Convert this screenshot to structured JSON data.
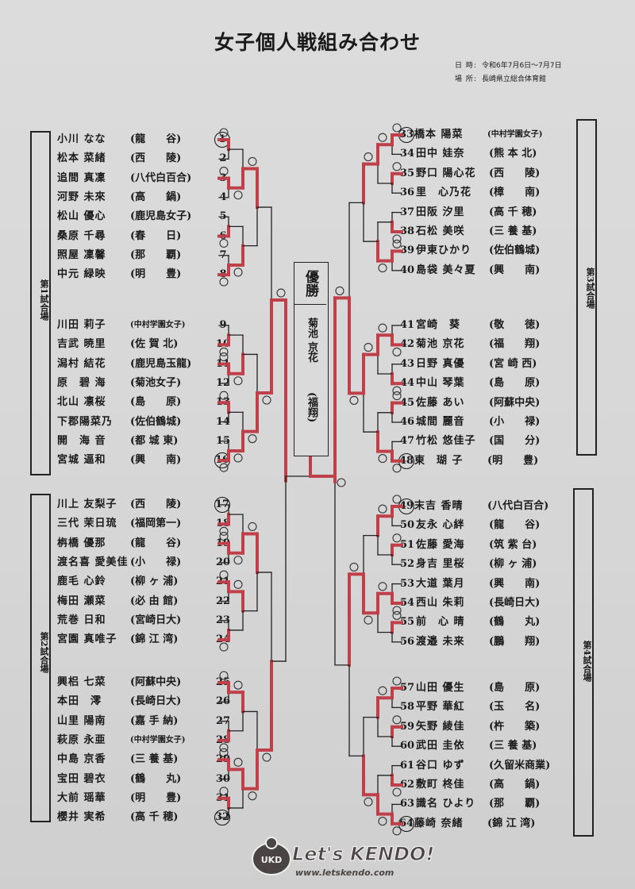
{
  "title": "女子個人戦組み合わせ",
  "meta": {
    "date_label": "日 時:",
    "date": "令和6年7月6日〜7月7日",
    "place_label": "場 所:",
    "place": "長崎県立総合体育館"
  },
  "venues": [
    "第1試合場",
    "第2試合場",
    "第3試合場",
    "第4試合場"
  ],
  "champion": {
    "heading": "優勝",
    "name": "菊池 京花",
    "school": "(福翔)"
  },
  "colors": {
    "winner_line": "#c0404a",
    "line": "#222222",
    "paper": "#d9d9d9"
  },
  "entries": [
    {
      "no": "1",
      "name": "小川 なな",
      "school": "龍　　谷",
      "circled": true
    },
    {
      "no": "2",
      "name": "松本 菜緒",
      "school": "西　　陵"
    },
    {
      "no": "3",
      "name": "追間 真凜",
      "school": "八代白百合"
    },
    {
      "no": "4",
      "name": "河野 未來",
      "school": "高　　鍋"
    },
    {
      "no": "5",
      "name": "松山 優心",
      "school": "鹿児島女子"
    },
    {
      "no": "6",
      "name": "桑原 千尋",
      "school": "春　　日"
    },
    {
      "no": "7",
      "name": "照屋 凜馨",
      "school": "那　　覇"
    },
    {
      "no": "8",
      "name": "中元 緑映",
      "school": "明　　豊"
    },
    {
      "no": "9",
      "name": "川田 莉子",
      "school": "中村学園女子",
      "small": true
    },
    {
      "no": "10",
      "name": "吉武 暁里",
      "school": "佐 賀 北"
    },
    {
      "no": "11",
      "name": "潟村 結花",
      "school": "鹿児島玉龍"
    },
    {
      "no": "12",
      "name": "原　碧 海",
      "school": "菊池女子"
    },
    {
      "no": "13",
      "name": "北山 凛桜",
      "school": "島　　原"
    },
    {
      "no": "14",
      "name": "下郡陽菜乃",
      "school": "佐伯鶴城"
    },
    {
      "no": "15",
      "name": "開　海 音",
      "school": "都 城 東"
    },
    {
      "no": "16",
      "name": "宮城 逼和",
      "school": "興　　南",
      "circled": true
    },
    {
      "no": "17",
      "name": "川上 友梨子",
      "school": "西　　陵",
      "circled": true
    },
    {
      "no": "18",
      "name": "三代 茉日琉",
      "school": "福岡第一"
    },
    {
      "no": "19",
      "name": "栴橋 優那",
      "school": "龍　　谷"
    },
    {
      "no": "20",
      "name": "渡名喜 愛美佳",
      "school": "小　　禄"
    },
    {
      "no": "21",
      "name": "鹿毛 心鈴",
      "school": "柳 ヶ 浦"
    },
    {
      "no": "22",
      "name": "梅田 瀬菜",
      "school": "必 由 館"
    },
    {
      "no": "23",
      "name": "荒巻 日和",
      "school": "宮崎日大"
    },
    {
      "no": "24",
      "name": "宮園 真唯子",
      "school": "錦 江 湾"
    },
    {
      "no": "25",
      "name": "興梠 七菜",
      "school": "阿蘇中央"
    },
    {
      "no": "26",
      "name": "本田　澪",
      "school": "長崎日大"
    },
    {
      "no": "27",
      "name": "山里 陽南",
      "school": "嘉 手 納"
    },
    {
      "no": "28",
      "name": "萩原 永亜",
      "school": "中村学園女子",
      "small": true
    },
    {
      "no": "29",
      "name": "中島 京香",
      "school": "三 養 基"
    },
    {
      "no": "30",
      "name": "宝田 碧衣",
      "school": "鶴　　丸"
    },
    {
      "no": "31",
      "name": "大前 瑶華",
      "school": "明　　豊"
    },
    {
      "no": "32",
      "name": "櫻井 実希",
      "school": "高 千 穂",
      "circled": true
    },
    {
      "no": "33",
      "name": "橋本 陽菜",
      "school": "中村学園女子",
      "small": true,
      "circled": true
    },
    {
      "no": "34",
      "name": "田中 娃奈",
      "school": "熊 本 北"
    },
    {
      "no": "35",
      "name": "野口 陽心花",
      "school": "西　　陵"
    },
    {
      "no": "36",
      "name": "里　心乃花",
      "school": "樟　　南"
    },
    {
      "no": "37",
      "name": "田阪 汐里",
      "school": "高 千 穂"
    },
    {
      "no": "38",
      "name": "石松 美咲",
      "school": "三 養 基"
    },
    {
      "no": "39",
      "name": "伊東ひかり",
      "school": "佐伯鶴城"
    },
    {
      "no": "40",
      "name": "島袋 美々夏",
      "school": "興　　南"
    },
    {
      "no": "41",
      "name": "宮崎　葵",
      "school": "敬　　徳"
    },
    {
      "no": "42",
      "name": "菊池 京花",
      "school": "福　　翔"
    },
    {
      "no": "43",
      "name": "日野 真優",
      "school": "宮 崎 西"
    },
    {
      "no": "44",
      "name": "中山 琴葉",
      "school": "島　　原"
    },
    {
      "no": "45",
      "name": "佐藤 あい",
      "school": "阿蘇中央"
    },
    {
      "no": "46",
      "name": "城間 麗音",
      "school": "小　　禄"
    },
    {
      "no": "47",
      "name": "竹松 悠佳子",
      "school": "国　　分"
    },
    {
      "no": "48",
      "name": "東　瑚 子",
      "school": "明　　豊",
      "circled": true
    },
    {
      "no": "49",
      "name": "末吉 香晴",
      "school": "八代白百合",
      "circled": true
    },
    {
      "no": "50",
      "name": "友永 心絆",
      "school": "龍　　谷"
    },
    {
      "no": "51",
      "name": "佐藤 愛海",
      "school": "筑 紫 台"
    },
    {
      "no": "52",
      "name": "身吉 里桜",
      "school": "柳 ヶ 浦"
    },
    {
      "no": "53",
      "name": "大道 葉月",
      "school": "興　　南"
    },
    {
      "no": "54",
      "name": "西山 朱莉",
      "school": "長崎日大"
    },
    {
      "no": "55",
      "name": "前　心 晴",
      "school": "鶴　　丸"
    },
    {
      "no": "56",
      "name": "渡邉 未来",
      "school": "鵬　　翔"
    },
    {
      "no": "57",
      "name": "山田 優生",
      "school": "島　　原"
    },
    {
      "no": "58",
      "name": "平野 華紅",
      "school": "玉　　名"
    },
    {
      "no": "59",
      "name": "矢野 綾佳",
      "school": "杵　　築"
    },
    {
      "no": "60",
      "name": "武田 圭依",
      "school": "三 養 基"
    },
    {
      "no": "61",
      "name": "谷口 ゆず",
      "school": "久留米商業"
    },
    {
      "no": "62",
      "name": "敷町 柊佳",
      "school": "高　　鍋"
    },
    {
      "no": "63",
      "name": "識名 ひより",
      "school": "那　　覇"
    },
    {
      "no": "64",
      "name": "藤崎 奈緒",
      "school": "錦 江 湾",
      "circled": true
    }
  ],
  "results": {
    "round1": [
      1,
      3,
      6,
      8,
      10,
      11,
      13,
      16,
      18,
      19,
      21,
      24,
      25,
      28,
      29,
      31,
      33,
      35,
      38,
      39,
      42,
      44,
      45,
      48,
      49,
      51,
      54,
      55,
      57,
      59,
      62,
      64
    ],
    "round2": [
      3,
      8,
      11,
      16,
      19,
      21,
      25,
      29,
      33,
      39,
      42,
      48,
      49,
      54,
      57,
      64
    ],
    "round3": [
      3,
      16,
      19,
      29,
      33,
      42,
      54,
      64
    ],
    "round4": [
      16,
      29,
      42,
      54
    ],
    "round5": [
      16,
      42
    ],
    "final": 42
  },
  "logo": {
    "text": "Let's KENDO!",
    "url": "www.letskendo.com",
    "badge": "UKD"
  }
}
